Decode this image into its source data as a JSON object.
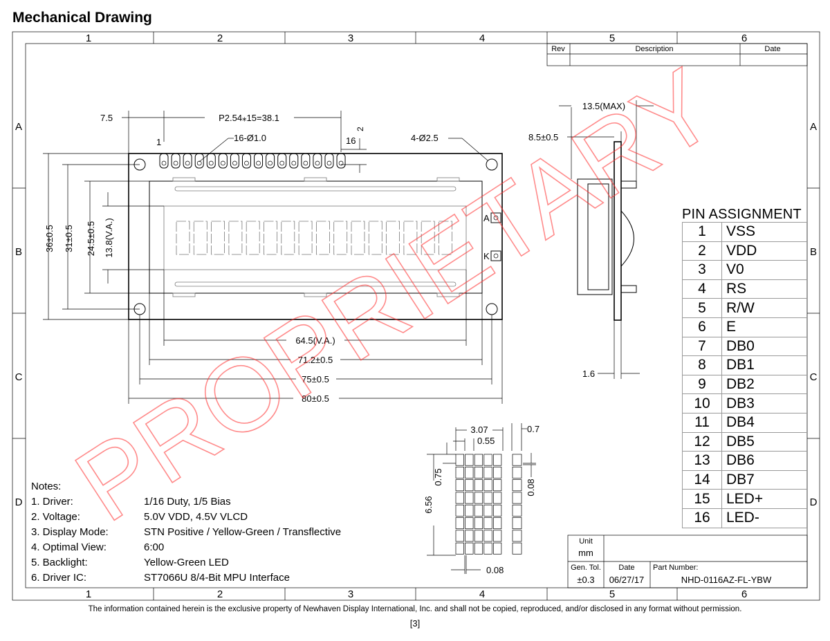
{
  "title": "Mechanical Drawing",
  "grid": {
    "columns": [
      "1",
      "2",
      "3",
      "4",
      "5",
      "6"
    ],
    "rows": [
      "A",
      "B",
      "C",
      "D"
    ]
  },
  "revision_block": {
    "rev": "Rev",
    "description": "Description",
    "date": "Date"
  },
  "front_view": {
    "pin_first": "1",
    "pin_last": "16",
    "pitch": "P2.54⁎15=38.1",
    "edge_offset": "7.5",
    "pin_holes": "16-Ø1.0",
    "mount_holes": "4-Ø2.5",
    "pin_height": "2",
    "anode": "A",
    "cathode": "K",
    "dim_height_outline": "36±0.5",
    "dim_height_bezel": "31±0.5",
    "dim_height_window": "24.5±0.5",
    "dim_height_va": "13.8(V.A.)",
    "dim_width_va": "64.5(V.A.)",
    "dim_width_bezel": "71.2±0.5",
    "dim_width_holes": "75±0.5",
    "dim_width_outline": "80±0.5"
  },
  "side_view": {
    "max_thickness": "13.5(MAX)",
    "module_thickness": "8.5±0.5",
    "pcb_thickness": "1.6"
  },
  "char_detail": {
    "char_width": "3.07",
    "dot_width": "0.55",
    "gap": "0.7",
    "char_height": "6.56",
    "dot_height": "0.75",
    "dot_gap_v": "0.08",
    "dot_gap_h": "0.08"
  },
  "pin_assignment": {
    "title": "PIN ASSIGNMENT",
    "pins": [
      {
        "num": "1",
        "signal": "VSS"
      },
      {
        "num": "2",
        "signal": "VDD"
      },
      {
        "num": "3",
        "signal": "V0"
      },
      {
        "num": "4",
        "signal": "RS"
      },
      {
        "num": "5",
        "signal": "R/W"
      },
      {
        "num": "6",
        "signal": "E"
      },
      {
        "num": "7",
        "signal": "DB0"
      },
      {
        "num": "8",
        "signal": "DB1"
      },
      {
        "num": "9",
        "signal": "DB2"
      },
      {
        "num": "10",
        "signal": "DB3"
      },
      {
        "num": "11",
        "signal": "DB4"
      },
      {
        "num": "12",
        "signal": "DB5"
      },
      {
        "num": "13",
        "signal": "DB6"
      },
      {
        "num": "14",
        "signal": "DB7"
      },
      {
        "num": "15",
        "signal": "LED+"
      },
      {
        "num": "16",
        "signal": "LED-"
      }
    ]
  },
  "notes": {
    "heading": "Notes:",
    "items": [
      {
        "label": "1. Driver:",
        "value": "1/16 Duty, 1/5 Bias"
      },
      {
        "label": "2. Voltage:",
        "value": "5.0V VDD, 4.5V VLCD"
      },
      {
        "label": "3. Display Mode:",
        "value": "STN Positive / Yellow-Green / Transflective"
      },
      {
        "label": "4. Optimal View:",
        "value": "6:00"
      },
      {
        "label": "5. Backlight:",
        "value": "Yellow-Green LED"
      },
      {
        "label": "6. Driver IC:",
        "value": "ST7066U 8/4-Bit MPU Interface"
      }
    ]
  },
  "title_block": {
    "unit_label": "Unit",
    "unit_value": "mm",
    "tol_label": "Gen. Tol.",
    "tol_value": "±0.3",
    "date_label": "Date",
    "date_value": "06/27/17",
    "part_label": "Part Number:",
    "part_value": "NHD-0116AZ-FL-YBW"
  },
  "watermark": "PROPRIETARY",
  "watermark_color": "#ff2b2b",
  "footer": "The information contained herein is the exclusive property of Newhaven Display International, Inc. and shall not be copied, reproduced, and/or disclosed in any format without permission.",
  "page_number": "[3]"
}
